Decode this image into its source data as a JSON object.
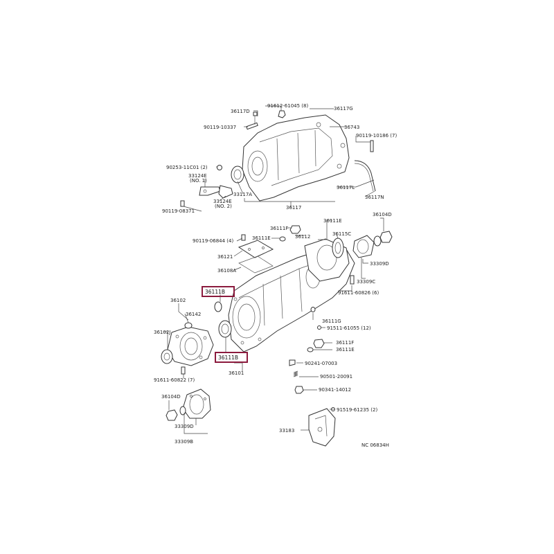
{
  "labels": {
    "p36117d": "36117D",
    "p91612_61045": "91612-61045 (8)",
    "p36117g": "36117G",
    "p90119_10337": "90119-10337",
    "p36743": "36743",
    "p90119_10186": "90119-10186 (7)",
    "p90253": "90253-11C01 (2)",
    "p33124e_1": "33124E",
    "p33124e_1_no": "(NO. 1)",
    "p36117l": "36117L",
    "p33117a": "33117A",
    "p36117n": "36117N",
    "p33124e_2": "33124E",
    "p33124e_2_no": "(NO. 2)",
    "p90119_08371": "90119-08371",
    "p36117": "36117",
    "p36111f_top": "36111F",
    "p36111e_main": "36111E",
    "p36104d_top": "36104D",
    "p90119_06844": "90119-06844 (4)",
    "p36111e_top": "36111E",
    "p36112": "36112",
    "p36115c": "36115C",
    "p36121": "36121",
    "p33309d_top": "33309D",
    "p36108a": "36108A",
    "p33309c": "33309C",
    "p36111b_top": "36111B",
    "p91611_60826": "91611-60826 (6)",
    "p36102": "36102",
    "p36142": "36142",
    "p36111g": "36111G",
    "p36102j": "36102J",
    "p91511_61055": "91511-61055 (12)",
    "p36111f_bot": "36111F",
    "p36111e_bot": "36111E",
    "p36111b_bot": "36111B",
    "p90241_07003": "90241-07003",
    "p36101": "36101",
    "p91611_60822": "91611-60822 (7)",
    "p90501_20091": "90501-20091",
    "p90341_14012": "90341-14012",
    "p36104d_bot": "36104D",
    "p91519_61235": "91519-61235 (2)",
    "p33183": "33183",
    "p33309d_bot": "33309D",
    "p33309b": "33309B",
    "p_ref": "NC 06834H"
  }
}
